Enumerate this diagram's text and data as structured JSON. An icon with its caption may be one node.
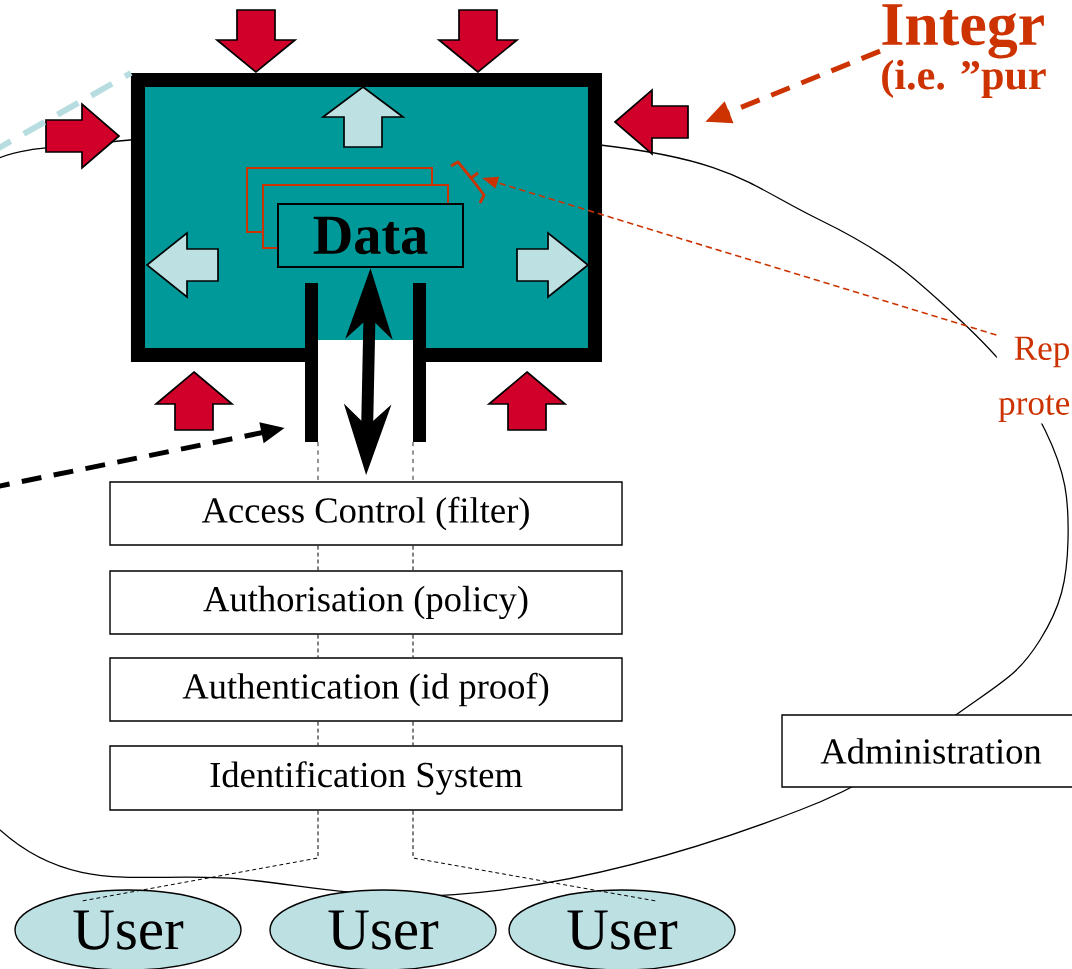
{
  "diagram": {
    "nodes": [
      {
        "text": [],
        "shape": "box"
      },
      {
        "text": [
          "Data"
        ],
        "in": 0
      },
      {
        "text": [
          "Access Control (filter)"
        ]
      },
      {
        "text": [
          "Authorisation (policy)"
        ]
      },
      {
        "text": [
          "Authentication (id proof)"
        ]
      },
      {
        "text": [
          "Identification System"
        ]
      },
      {
        "text": [
          "Administration"
        ]
      },
      {
        "text": [
          "User"
        ]
      },
      {
        "text": [
          "User"
        ]
      },
      {
        "text": [
          "User"
        ]
      },
      {
        "text": [
          "Integr",
          "(i.e. ”pur"
        ]
      },
      {
        "text": [
          "Rep",
          "prote"
        ]
      }
    ],
    "edges": [
      {
        "from": 10,
        "to": null,
        "arrow": "to",
        "style": "dashed",
        "color": "#cc3300"
      },
      {
        "from": 11,
        "to": 1,
        "arrow": "to",
        "style": "dashed",
        "color": "#cc3300"
      },
      {
        "from": 1,
        "to": 2,
        "arrow": "both",
        "style": "thick"
      },
      {
        "from": null,
        "to": 0,
        "arrow": "to",
        "style": "dashed"
      },
      {
        "from": null,
        "to": 0,
        "arrow": "none",
        "style": "dashed",
        "color": "#b8dde0"
      },
      {
        "from": 2,
        "to": 3,
        "arrow": "none",
        "style": "dashed"
      },
      {
        "from": 2,
        "to": 3,
        "arrow": "none",
        "style": "dashed"
      },
      {
        "from": 3,
        "to": 4,
        "arrow": "none",
        "style": "dashed"
      },
      {
        "from": 3,
        "to": 4,
        "arrow": "none",
        "style": "dashed"
      },
      {
        "from": 4,
        "to": 5,
        "arrow": "none",
        "style": "dashed"
      },
      {
        "from": 4,
        "to": 5,
        "arrow": "none",
        "style": "dashed"
      },
      {
        "from": 5,
        "to": 7,
        "arrow": "none",
        "style": "dashed"
      },
      {
        "from": 5,
        "to": 9,
        "arrow": "none",
        "style": "dashed"
      }
    ]
  }
}
